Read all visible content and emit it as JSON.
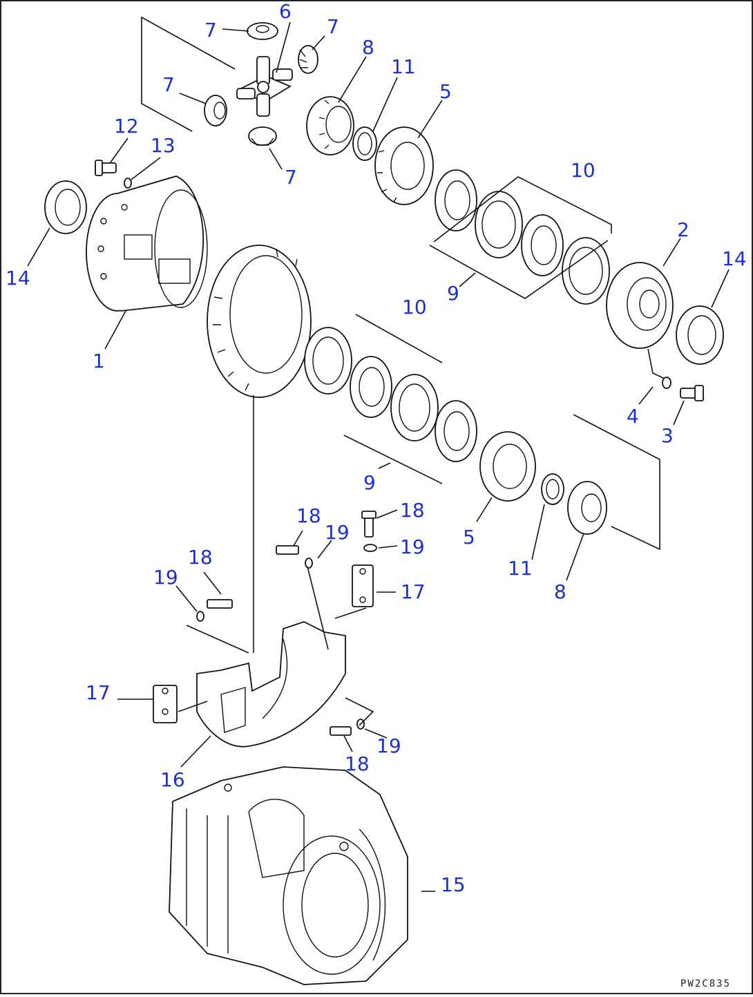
{
  "figure_code": "PW2C835",
  "callouts": [
    {
      "id": "c7a",
      "label": "7"
    },
    {
      "id": "c6",
      "label": "6"
    },
    {
      "id": "c7b",
      "label": "7"
    },
    {
      "id": "c8a",
      "label": "8"
    },
    {
      "id": "c11a",
      "label": "11"
    },
    {
      "id": "c7c",
      "label": "7"
    },
    {
      "id": "c5a",
      "label": "5"
    },
    {
      "id": "c12",
      "label": "12"
    },
    {
      "id": "c13",
      "label": "13"
    },
    {
      "id": "c7d",
      "label": "7"
    },
    {
      "id": "c10a",
      "label": "10"
    },
    {
      "id": "c2",
      "label": "2"
    },
    {
      "id": "c14a",
      "label": "14"
    },
    {
      "id": "c14b",
      "label": "14"
    },
    {
      "id": "c9a",
      "label": "9"
    },
    {
      "id": "c10b",
      "label": "10"
    },
    {
      "id": "c1",
      "label": "1"
    },
    {
      "id": "c4",
      "label": "4"
    },
    {
      "id": "c3",
      "label": "3"
    },
    {
      "id": "c9b",
      "label": "9"
    },
    {
      "id": "c18a",
      "label": "18"
    },
    {
      "id": "c18b",
      "label": "18"
    },
    {
      "id": "c5b",
      "label": "5"
    },
    {
      "id": "c19a",
      "label": "19"
    },
    {
      "id": "c19b",
      "label": "19"
    },
    {
      "id": "c18c",
      "label": "18"
    },
    {
      "id": "c11b",
      "label": "11"
    },
    {
      "id": "c19c",
      "label": "19"
    },
    {
      "id": "c17a",
      "label": "17"
    },
    {
      "id": "c8b",
      "label": "8"
    },
    {
      "id": "c17b",
      "label": "17"
    },
    {
      "id": "c19d",
      "label": "19"
    },
    {
      "id": "c18d",
      "label": "18"
    },
    {
      "id": "c16",
      "label": "16"
    },
    {
      "id": "c15",
      "label": "15"
    }
  ]
}
